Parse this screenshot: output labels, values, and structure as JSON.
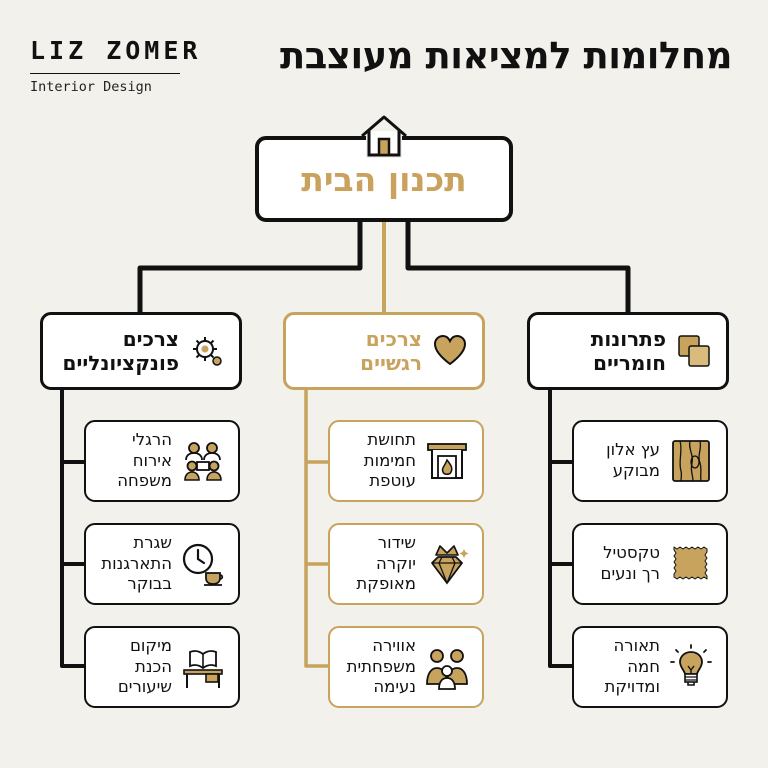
{
  "brand": {
    "name": "LIZ ZOMER",
    "subtitle": "Interior Design"
  },
  "title": "מחלומות למציאות מעוצבת",
  "root": {
    "label": "תכנון הבית",
    "icon": "house-icon"
  },
  "categories": [
    {
      "label": "צרכים\nפונקציונליים",
      "icon": "gear-icon",
      "items": [
        {
          "label": "הרגלי\nאירוח\nמשפחה",
          "icon": "family-gathering-icon"
        },
        {
          "label": "שגרת\nהתארגנות\nבבוקר",
          "icon": "clock-coffee-icon"
        },
        {
          "label": "מיקום\nהכנת\nשיעורים",
          "icon": "desk-book-icon"
        }
      ]
    },
    {
      "label": "צרכים\nרגשיים",
      "icon": "heart-icon",
      "items": [
        {
          "label": "תחושת\nחמימות\nעוטפת",
          "icon": "fireplace-icon"
        },
        {
          "label": "שידור\nיוקרה\nמאופקת",
          "icon": "crown-diamond-icon"
        },
        {
          "label": "אווירה\nמשפחתית\nנעימה",
          "icon": "family-icon"
        }
      ]
    },
    {
      "label": "פתרונות\nחומריים",
      "icon": "material-swatch-icon",
      "items": [
        {
          "label": "עץ אלון\nמבוקע",
          "icon": "wood-grain-icon"
        },
        {
          "label": "טקסטיל\nרך ונעים",
          "icon": "fabric-icon"
        },
        {
          "label": "תאורה\nחמה\nומדויקת",
          "icon": "lightbulb-icon"
        }
      ]
    }
  ],
  "colors": {
    "gold": "#c7a35e",
    "ink": "#111111",
    "background": "#f3f1ec"
  }
}
